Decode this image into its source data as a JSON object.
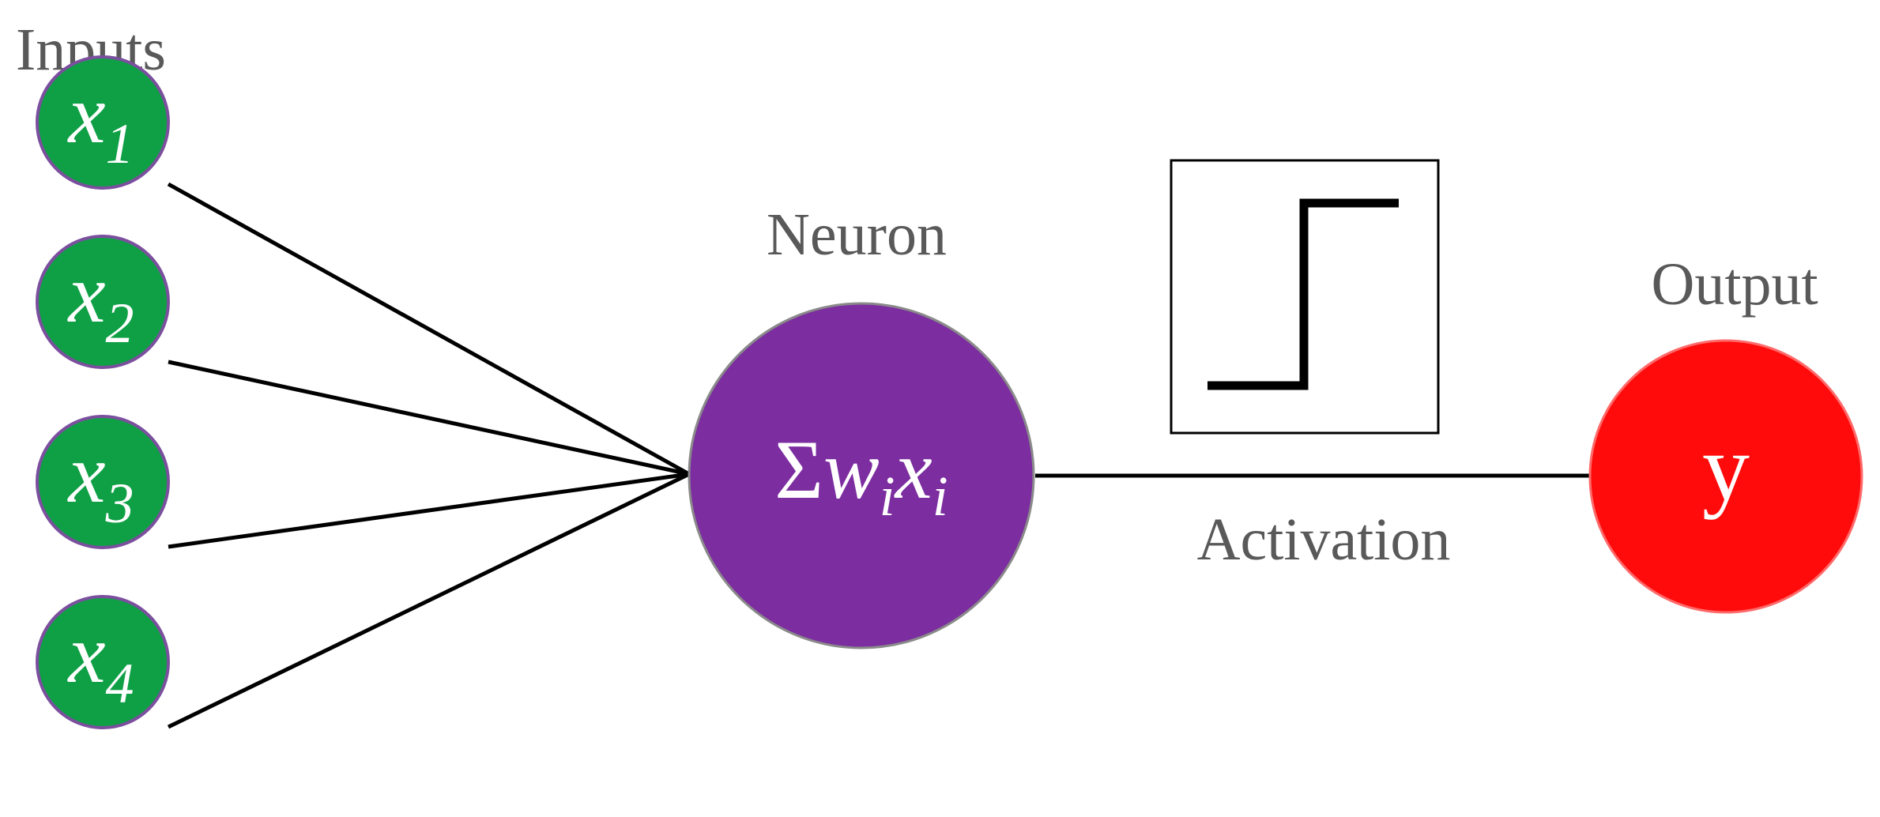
{
  "labels": {
    "inputs": "Inputs",
    "neuron": "Neuron",
    "activation": "Activation",
    "output": "Output"
  },
  "inputs": [
    {
      "symbol": "x",
      "subscript": "1"
    },
    {
      "symbol": "x",
      "subscript": "2"
    },
    {
      "symbol": "x",
      "subscript": "3"
    },
    {
      "symbol": "x",
      "subscript": "4"
    }
  ],
  "neuron_formula": {
    "sigma": "Σ",
    "weight": "w",
    "weight_sub": "i",
    "var": "x",
    "var_sub": "i"
  },
  "output_symbol": "y",
  "activation_function": "step",
  "colors": {
    "input_fill": "#0fa046",
    "input_stroke": "#7b4f9e",
    "neuron_fill": "#7c2da0",
    "neuron_stroke": "#8a8a8a",
    "output_fill": "#ff0b0b",
    "output_stroke": "#ff6a6a",
    "label_text": "#595959",
    "node_text": "#ffffff",
    "edge": "#000000"
  }
}
